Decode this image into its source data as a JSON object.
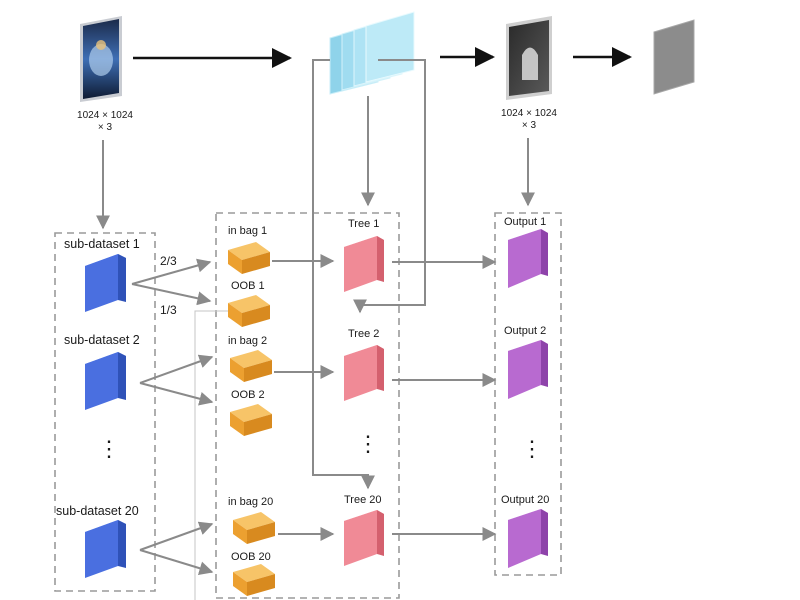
{
  "input": {
    "dims_line1": "1024 × 1024",
    "dims_line2": "× 3"
  },
  "output": {
    "dims_line1": "1024 × 1024",
    "dims_line2": "× 3"
  },
  "splits": {
    "bag_fraction": "2/3",
    "oob_fraction": "1/3"
  },
  "subdatasets": [
    "sub-dataset 1",
    "sub-dataset 2",
    "sub-dataset 20"
  ],
  "bags": [
    {
      "in_bag": "in bag 1",
      "oob": "OOB 1"
    },
    {
      "in_bag": "in bag 2",
      "oob": "OOB 2"
    },
    {
      "in_bag": "in bag 20",
      "oob": "OOB 20"
    }
  ],
  "trees": [
    "Tree 1",
    "Tree 2",
    "Tree 20"
  ],
  "outputs": [
    "Output 1",
    "Output 2",
    "Output 20"
  ],
  "ellipsis": "⋮",
  "colors": {
    "blue_cube": "#4a6fe0",
    "orange_box": "#eca030",
    "pink_cube": "#f08a96",
    "purple_cube": "#b86ad0",
    "cyan_stack": "#9fe0f2",
    "gray_square": "#808080",
    "arrow_gray": "#8a8a8a",
    "arrow_black": "#111111"
  }
}
